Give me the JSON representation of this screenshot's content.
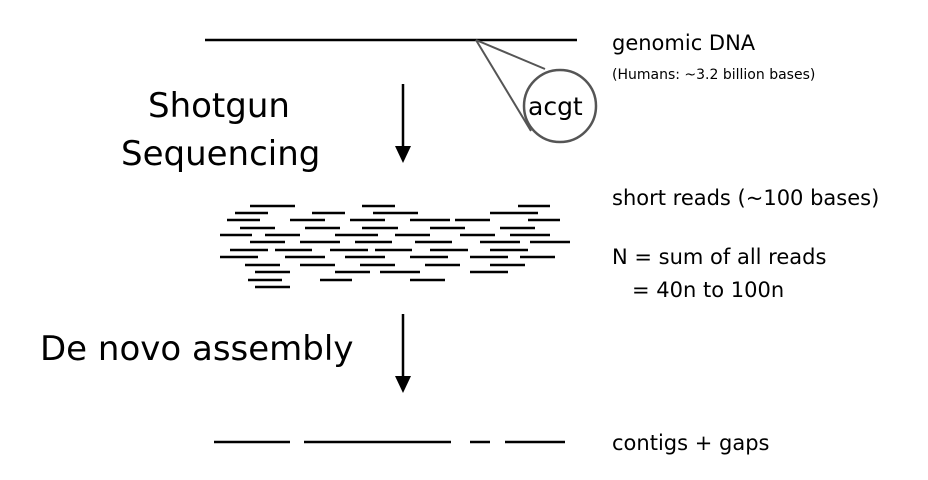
{
  "labels": {
    "genomic_dna": "genomic DNA",
    "humans_note": "(Humans: ~3.2 billion bases)",
    "magnified_bases": "acgt",
    "shotgun_line1": "Shotgun",
    "shotgun_line2": "Sequencing",
    "short_reads": "short reads (~100 bases)",
    "coverage_line1": "N = sum of all reads",
    "coverage_line2": "= 40n to 100n",
    "de_novo": "De novo assembly",
    "contigs": "contigs + gaps"
  }
}
